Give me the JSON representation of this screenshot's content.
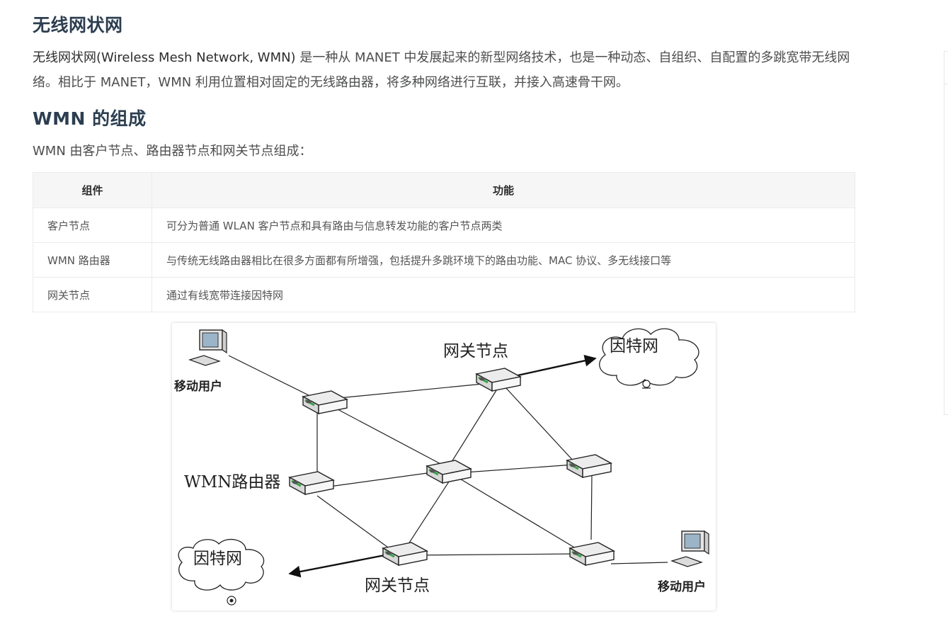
{
  "section1": {
    "title": "无线网状网",
    "para_term": "无线网状网(Wireless Mesh Network, WMN)",
    "para_rest": " 是一种从 MANET 中发展起来的新型网络技术，也是一种动态、自组织、自配置的多跳宽带无线网络。相比于 MANET，WMN 利用位置相对固定的无线路由器，将多种网络进行互联，并接入高速骨干网。"
  },
  "section2": {
    "title": "WMN 的组成",
    "intro": "WMN 由客户节点、路由器节点和网关节点组成："
  },
  "table": {
    "headers": [
      "组件",
      "功能"
    ],
    "rows": [
      [
        "客户节点",
        "可分为普通 WLAN 客户节点和具有路由与信息转发功能的客户节点两类"
      ],
      [
        "WMN 路由器",
        "与传统无线路由器相比在很多方面都有所增强，包括提升多跳环境下的路由功能、MAC 协议、多无线接口等"
      ],
      [
        "网关节点",
        "通过有线宽带连接因特网"
      ]
    ]
  },
  "diagram": {
    "labels": {
      "mobile_user_top": "移动用户",
      "gateway_top": "网关节点",
      "internet_top": "因特网",
      "wmn_router": "WMN路由器",
      "internet_bottom": "因特网",
      "gateway_bottom": "网关节点",
      "mobile_user_bottom": "移动用户"
    }
  }
}
